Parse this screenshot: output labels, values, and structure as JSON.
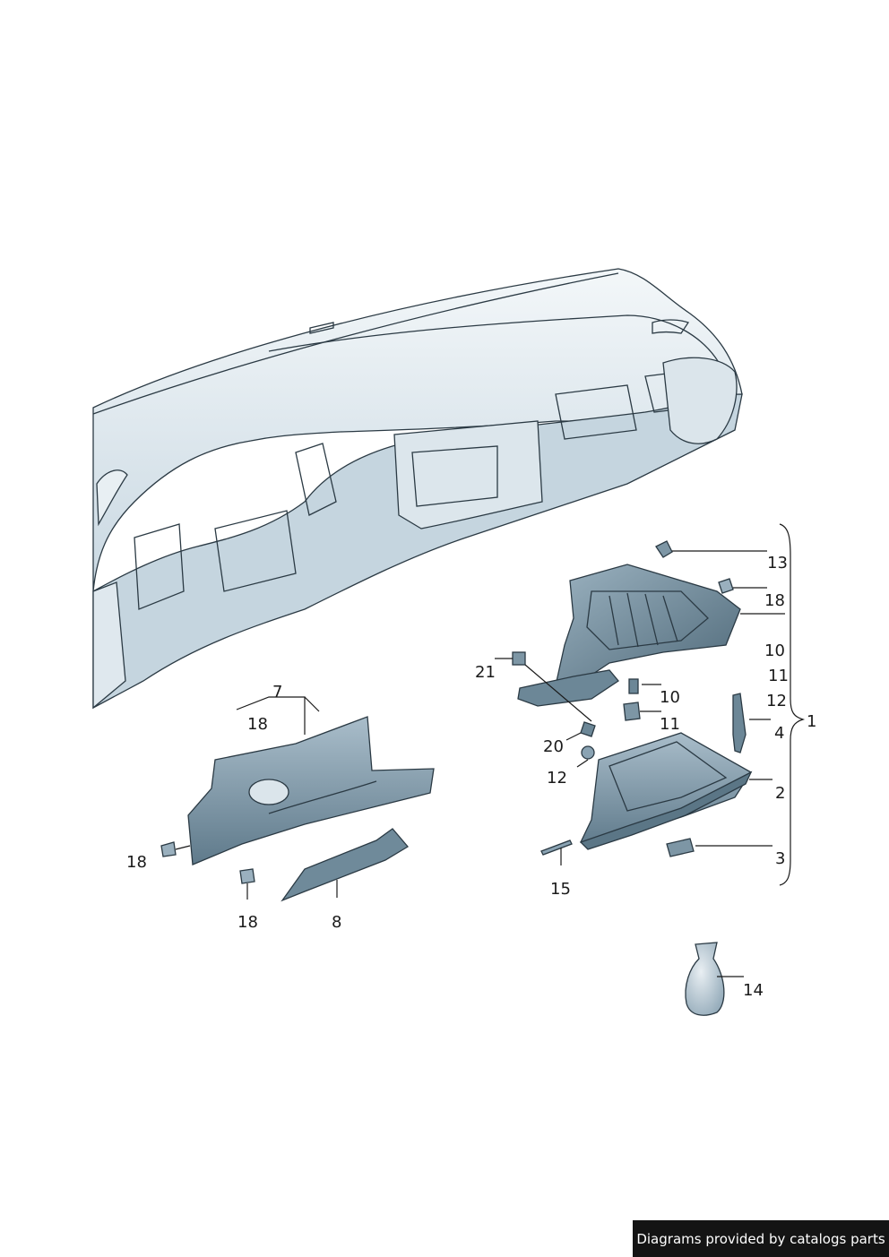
{
  "callouts": {
    "c13": "13",
    "c18_right": "18",
    "c10_right": "10",
    "c11_right": "11",
    "c12_right": "12",
    "c1": "1",
    "c4": "4",
    "c2": "2",
    "c3": "3",
    "c21": "21",
    "c10": "10",
    "c11": "11",
    "c20": "20",
    "c12": "12",
    "c15": "15",
    "c7": "7",
    "c18_top": "18",
    "c18_left": "18",
    "c18_bottom": "18",
    "c8": "8",
    "c14": "14"
  },
  "credit": "Diagrams provided by catalogs parts",
  "colors": {
    "dash_light": "#e6eef3",
    "dash_mid": "#b9cbd7",
    "part_dark": "#5a7485",
    "part_mid": "#8aa3b3",
    "line": "#2b3a44"
  }
}
